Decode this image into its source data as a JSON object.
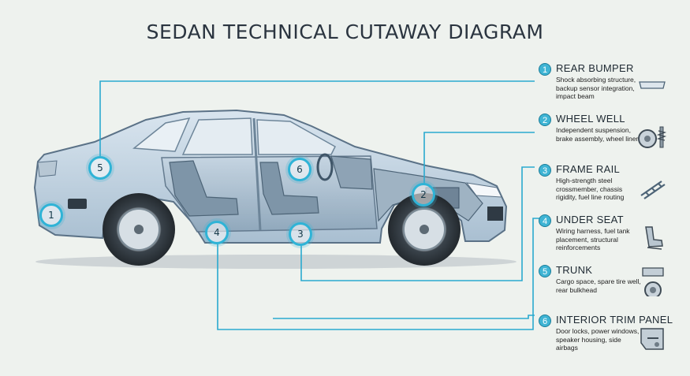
{
  "title": "SEDAN TECHNICAL CUTAWAY DIAGRAM",
  "colors": {
    "accent": "#3fb4d4",
    "line": "#2aa9cf",
    "background": "#eef2ee"
  },
  "callouts": [
    {
      "number": "1",
      "title": "REAR BUMPER",
      "description": "Shock absorbing structure, backup sensor integration, impact beam",
      "icon": "bumper-icon"
    },
    {
      "number": "2",
      "title": "WHEEL WELL",
      "description": "Independent suspension, brake assembly, wheel liner",
      "icon": "wheel-suspension-icon"
    },
    {
      "number": "3",
      "title": "FRAME RAIL",
      "description": "High-strength steel crossmember, chassis rigidity, fuel line routing",
      "icon": "frame-rail-icon"
    },
    {
      "number": "4",
      "title": "UNDER SEAT",
      "description": "Wiring harness, fuel tank placement, structural reinforcements",
      "icon": "seat-icon"
    },
    {
      "number": "5",
      "title": "TRUNK",
      "description": "Cargo space, spare tire well, rear bulkhead",
      "icon": "trunk-spare-tire-icon"
    },
    {
      "number": "6",
      "title": "INTERIOR TRIM PANEL",
      "description": "Door locks, power windows, speaker housing, side airbags",
      "icon": "door-panel-icon"
    }
  ],
  "markers": [
    "1",
    "2",
    "3",
    "4",
    "5",
    "6"
  ]
}
